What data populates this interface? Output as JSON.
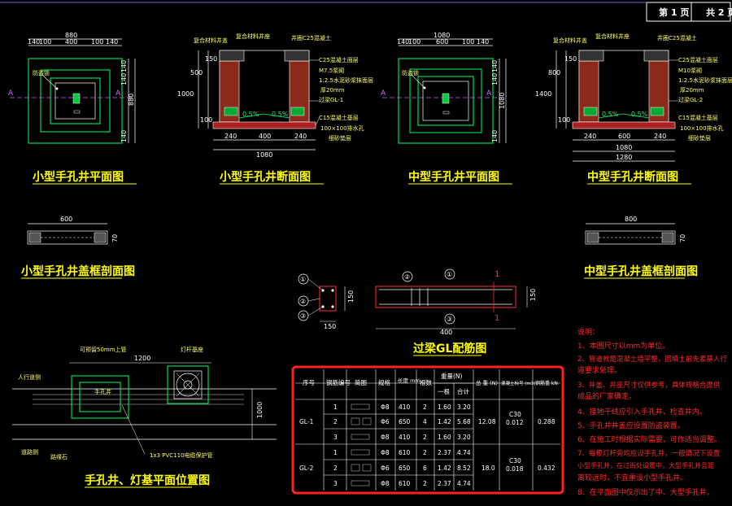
{
  "titleblock": {
    "page": "第 1 页",
    "total": "共 2 页"
  },
  "small_plan": {
    "title": "小型手孔井平面图",
    "dims_top": [
      "140",
      "100",
      "400",
      "100",
      "140"
    ],
    "dim_total": "880",
    "dims_right": [
      "140",
      "140",
      "880",
      "140"
    ],
    "cover_label": "防盗锁",
    "section_mark": "A"
  },
  "small_section": {
    "title": "小型手孔井断面图",
    "labels": [
      "复合材料井盖",
      "复合材料井座",
      "井圈C25混凝土",
      "C25混凝土面层",
      "M7.5浆砌",
      "1:2.5水泥砂浆抹面层",
      "厚20mm",
      "过梁GL-1",
      "C15混凝土基层",
      "100×100排水孔",
      "细砂垫层"
    ],
    "dims_left": [
      "150",
      "500",
      "1000",
      "100"
    ],
    "dims_bottom": [
      "240",
      "400",
      "240"
    ],
    "dim_total": "1080",
    "slope": "0.5%"
  },
  "mid_plan": {
    "title": "中型手孔井平面图",
    "dims_top": [
      "140",
      "100",
      "600",
      "100",
      "140"
    ],
    "dim_total": "1080",
    "dims_right": [
      "140",
      "140",
      "1080",
      "140"
    ],
    "cover_label": "防盗锁",
    "section_mark": "A"
  },
  "mid_section": {
    "title": "中型手孔井断面图",
    "labels": [
      "复合材料井盖",
      "复合材料井座",
      "井圈C25混凝土",
      "C25混凝土面层",
      "M10浆砌",
      "1:2.5水泥砂浆抹面层",
      "厚20mm",
      "过梁GL-2",
      "C15混凝土基层",
      "100×100排水孔",
      "细砂垫层"
    ],
    "dims_left": [
      "150",
      "800",
      "1400",
      "100"
    ],
    "dims_bottom": [
      "240",
      "600",
      "240"
    ],
    "dim_total": "1080",
    "dim_total2": "1280",
    "slope": "0.5%"
  },
  "small_frame": {
    "title": "小型手孔井盖框剖面图",
    "dim": "600",
    "dim_side": "70"
  },
  "mid_frame": {
    "title": "中型手孔井盖框剖面图",
    "dim": "800",
    "dim_side": "70"
  },
  "beam": {
    "title": "过梁GL配筋图",
    "markers": [
      "①",
      "②",
      "③",
      "1",
      "1"
    ],
    "dim_section": "150",
    "dim_section_h": "150",
    "dim_len": "400",
    "dim_h": "150"
  },
  "layout_plan": {
    "title": "手孔井、灯基平面位置图",
    "labels": [
      "人行道侧",
      "可预留50mm上管",
      "灯杆基座",
      "手孔井",
      "1200",
      "1000",
      "1x3 PVC110电缆保护管",
      "道路侧",
      "路缘石"
    ]
  },
  "table": {
    "headers": [
      "序号",
      "钢筋编号",
      "简图",
      "规格",
      "长度 mm",
      "根数",
      "重量(N) 一根",
      "重量(N) 合计",
      "总 重 (N)",
      "混凝土标号 (m3)",
      "钢筋重 kN"
    ],
    "header_weight": "重量(N)",
    "header_one": "一根",
    "header_sum": "合计",
    "rows": [
      {
        "group": "GL-1",
        "no": "1",
        "spec": "Φ8",
        "len": "410",
        "n": "2",
        "one": "1.60",
        "sum": "3.20"
      },
      {
        "group": "",
        "no": "2",
        "spec": "Φ6",
        "len": "650",
        "n": "4",
        "one": "1.42",
        "sum": "5.68"
      },
      {
        "group": "",
        "no": "3",
        "spec": "Φ8",
        "len": "410",
        "n": "2",
        "one": "1.60",
        "sum": "3.20"
      },
      {
        "group": "GL-2",
        "no": "1",
        "spec": "Φ8",
        "len": "610",
        "n": "2",
        "one": "2.37",
        "sum": "4.74"
      },
      {
        "group": "",
        "no": "2",
        "spec": "Φ6",
        "len": "650",
        "n": "6",
        "one": "1.42",
        "sum": "8.52"
      },
      {
        "group": "",
        "no": "3",
        "spec": "Φ8",
        "len": "610",
        "n": "2",
        "one": "2.37",
        "sum": "4.74"
      }
    ],
    "gl1_total": "12.08",
    "gl1_concrete": [
      "C30",
      "0.012"
    ],
    "gl1_steel": "0.288",
    "gl2_total": "18.0",
    "gl2_concrete": [
      "C30",
      "0.018"
    ],
    "gl2_steel": "0.432",
    "gl1": "GL-1",
    "gl2": "GL-2"
  },
  "notes": {
    "title": "说明：",
    "lines": [
      "1、本图尺寸以mm为单位。",
      "2、管道就是混凝土墙平整，回填土前先素基人行",
      "   道要求处理。",
      "3、井盖、井座尺寸仅供参考，具体规格合提供",
      "   成品的厂家确定。",
      "4、接地干线应引入手孔井，检查井内。",
      "5、手孔井井盖应设置防盗装置。",
      "6、在施工时根据实际需要，可作适当调整。",
      "7、每根灯杆旁均应设手孔井，一般情况下设置",
      "   小型手孔井，在过街处设置中，大型手孔井且距",
      "   离较远时，不宜重设小型手孔井。",
      "8、在平面图中仅示出了中、大型手孔井。"
    ]
  }
}
